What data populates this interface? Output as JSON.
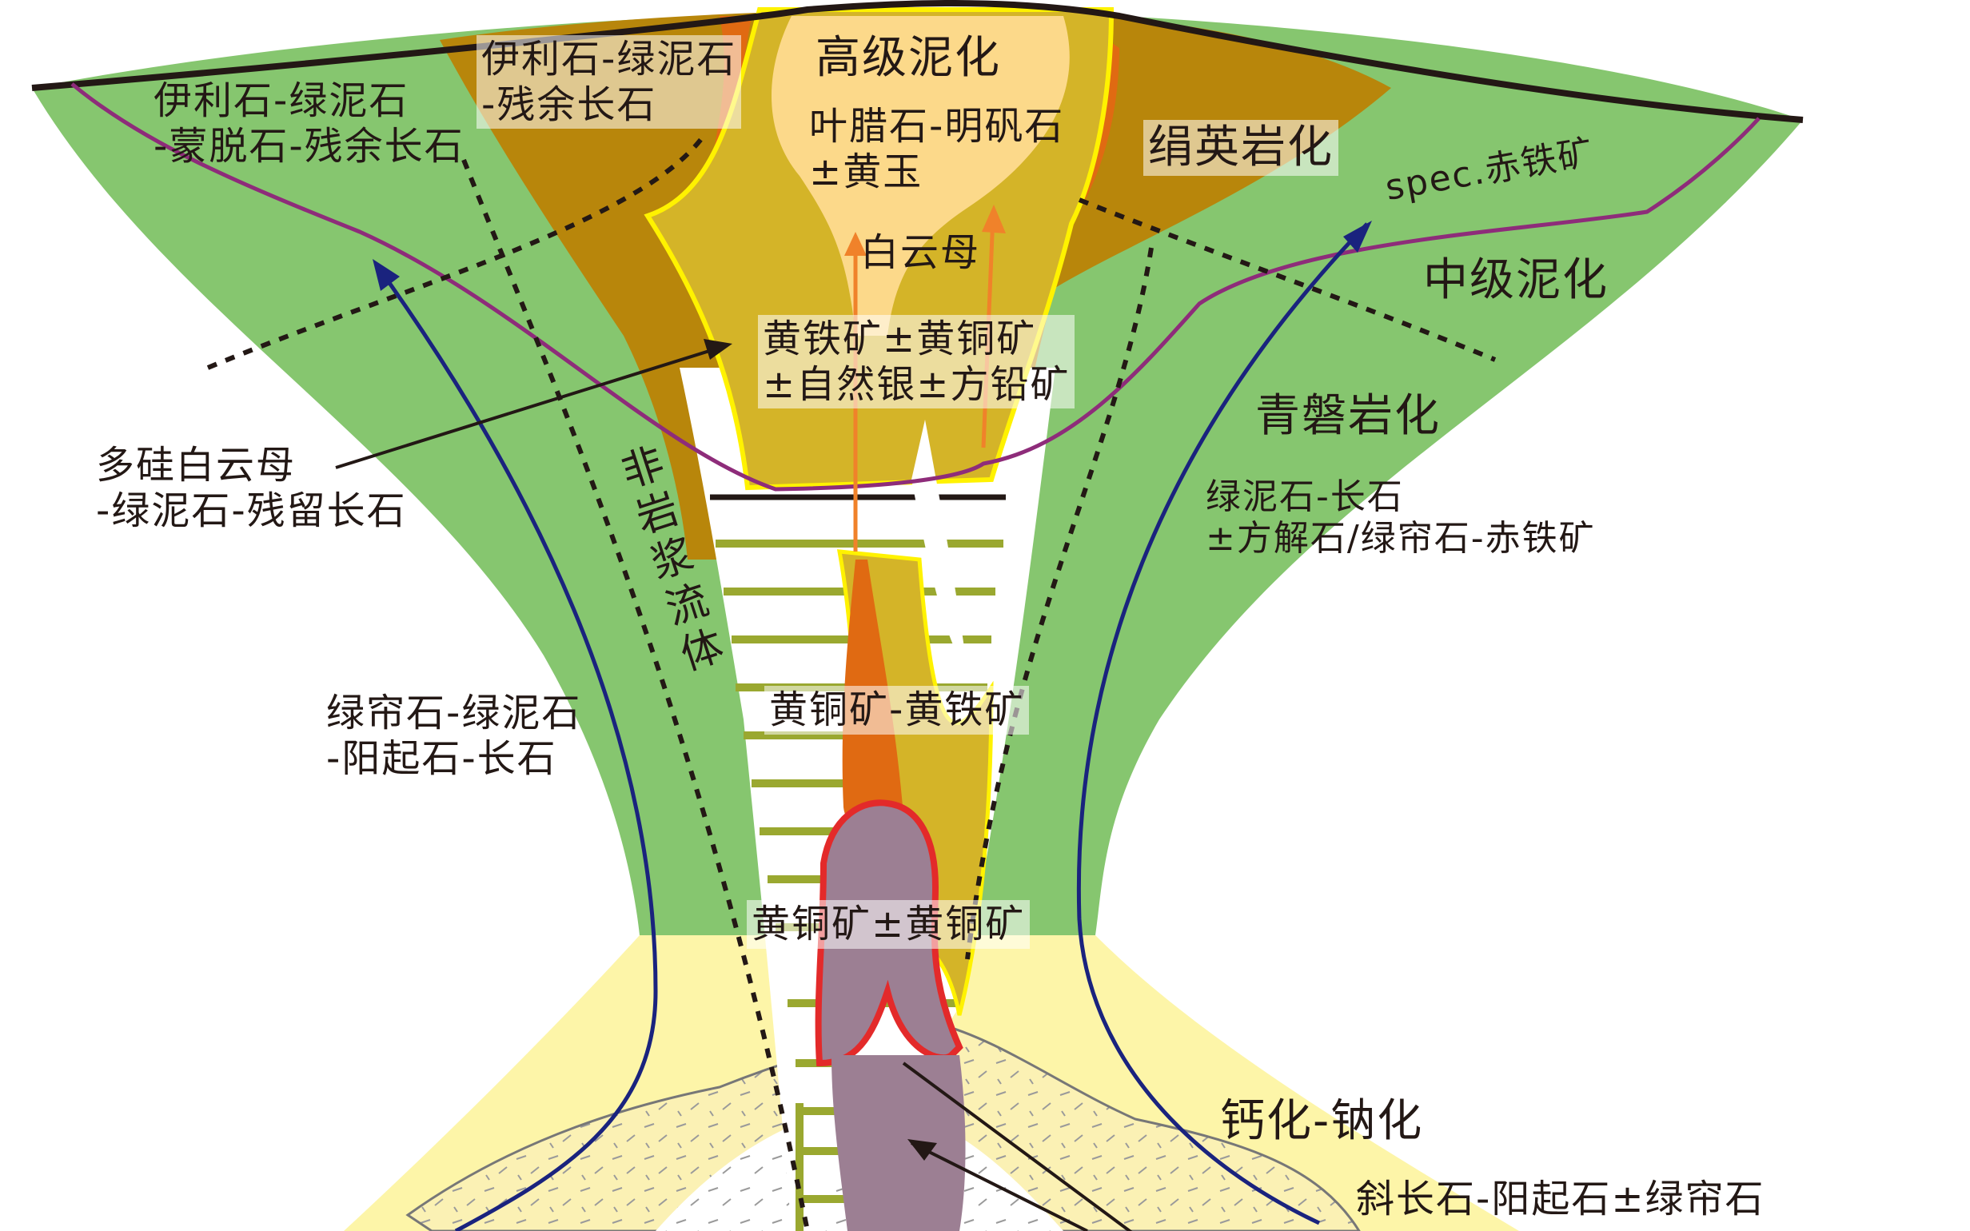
{
  "zones": {
    "advanced_argillic": "高级泥化",
    "sericitic": "绢英岩化",
    "intermediate_argillic": "中级泥化",
    "propylitic": "青磐岩化",
    "calcic_sodic": "钙化-钠化"
  },
  "assemblages": {
    "illite_chlorite_smectite": "伊利石-绿泥石\n-蒙脱石-残余长石",
    "illite_chlorite_feldspar": "伊利石-绿泥石\n-残余长石",
    "pyrophyllite_alunite": "叶腊石-明矾石\n±黄玉",
    "muscovite": "白云母",
    "pyrite_chalcopyrite_silver": "黄铁矿±黄铜矿\n±自然银±方铅矿",
    "phengite_chlorite": "多硅白云母\n-绿泥石-残留长石",
    "epidote_chlorite_actinolite": "绿帘石-绿泥石\n-阳起石-长石",
    "chlorite_feldspar_calcite": "绿泥石-长石\n±方解石/绿帘石-赤铁矿",
    "chalcopyrite_pyrite": "黄铜矿-黄铁矿",
    "chalcopyrite_chalcopyrite": "黄铜矿±黄铜矿",
    "plagioclase_actinolite": "斜长石-阳起石±绿帘石",
    "specular_hematite": "spec.赤铁矿"
  },
  "fluids": {
    "non_magmatic": "非岩浆流体"
  },
  "colors": {
    "propylitic_green": "#86c66f",
    "sericitic_brown": "#b8860b",
    "advanced_pale": "#fcd98a",
    "potassic_yellow": "#d4b428",
    "orange_core": "#e06a12",
    "calcsodic_pale": "#fdf5a8",
    "intrusion_mauve": "#9c7f93",
    "fluid_blue": "#1a237e",
    "hematite_line": "#8e2c7a"
  }
}
